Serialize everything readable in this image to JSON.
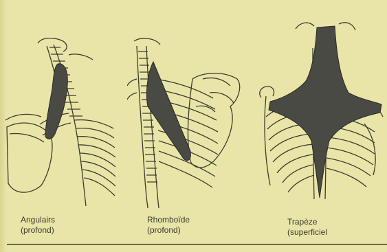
{
  "figures": [
    {
      "name": "Angulairs",
      "depth": "(profond)"
    },
    {
      "name": "Rhomboïde",
      "depth": "(profond)"
    },
    {
      "name": "Trapèze",
      "depth": "(superficiel"
    }
  ],
  "colors": {
    "paper": "#e9e5a8",
    "ink": "#3a3a2e",
    "muscle": "#4a4a44"
  }
}
